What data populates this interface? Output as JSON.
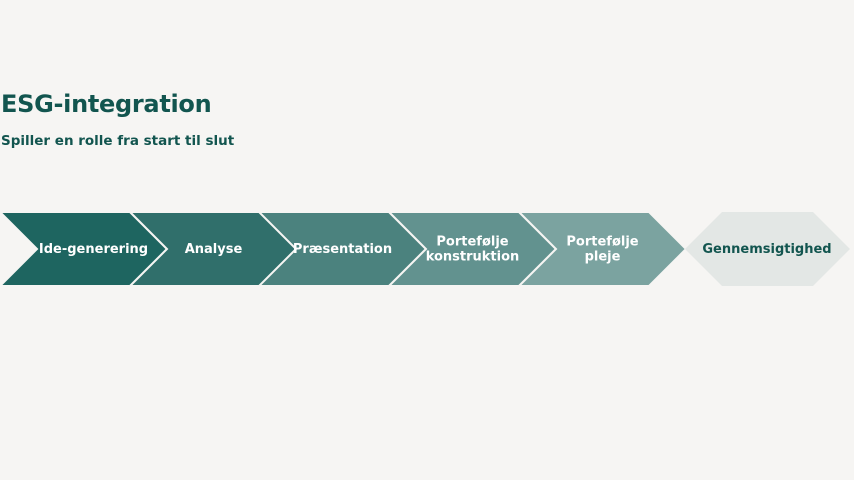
{
  "title": "ESG-integration",
  "subtitle": "Spiller en rolle fra start til slut",
  "steps": [
    {
      "lines": [
        "Ide-generering"
      ],
      "color": "#1e6560"
    },
    {
      "lines": [
        "Analyse"
      ],
      "color": "#306f6b"
    },
    {
      "lines": [
        "Præsentation"
      ],
      "color": "#4b827e"
    },
    {
      "lines": [
        "Portefølje",
        "konstruktion"
      ],
      "color": "#62928f"
    },
    {
      "lines": [
        "Portefølje",
        "pleje"
      ],
      "color": "#7ba3a0"
    }
  ],
  "final": {
    "label": "Gennemsigtighed",
    "color": "#e3e7e5",
    "text_color": "#12554f"
  }
}
